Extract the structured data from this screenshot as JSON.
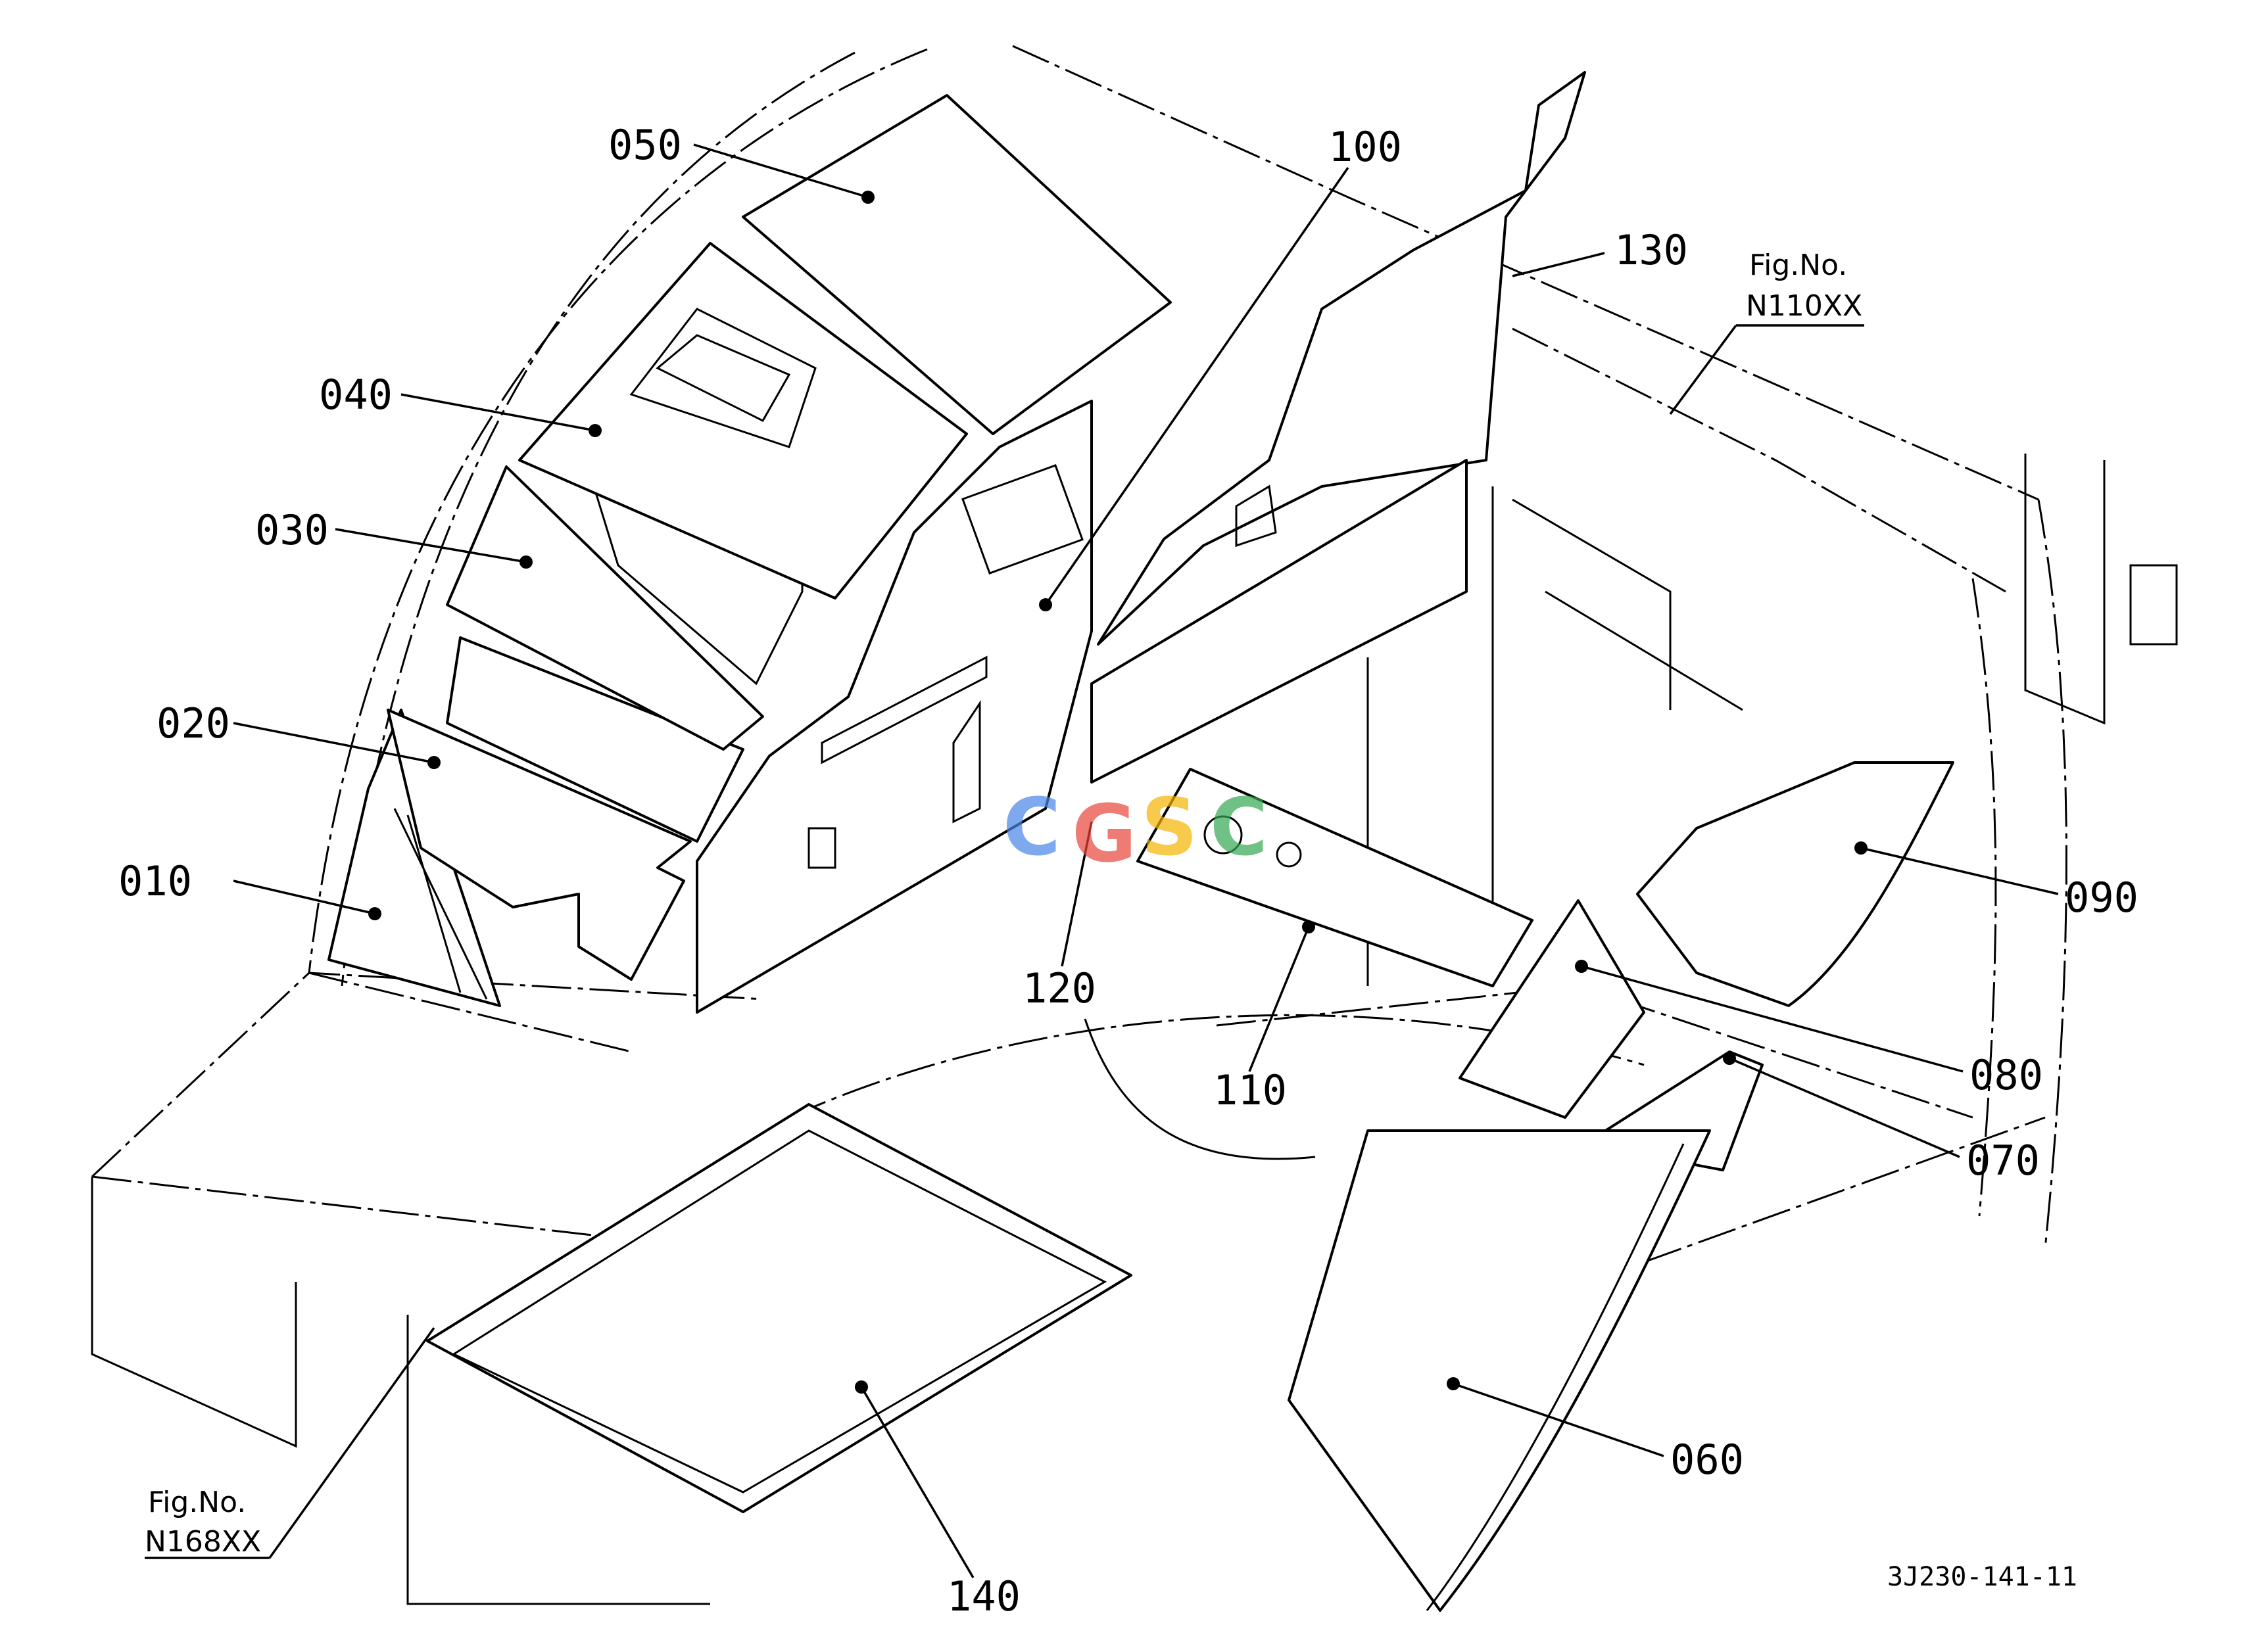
{
  "callouts": [
    {
      "id": "c010",
      "label": "010"
    },
    {
      "id": "c020",
      "label": "020"
    },
    {
      "id": "c030",
      "label": "030"
    },
    {
      "id": "c040",
      "label": "040"
    },
    {
      "id": "c050",
      "label": "050"
    },
    {
      "id": "c060",
      "label": "060"
    },
    {
      "id": "c070",
      "label": "070"
    },
    {
      "id": "c080",
      "label": "080"
    },
    {
      "id": "c090",
      "label": "090"
    },
    {
      "id": "c100",
      "label": "100"
    },
    {
      "id": "c110",
      "label": "110"
    },
    {
      "id": "c120",
      "label": "120"
    },
    {
      "id": "c130",
      "label": "130"
    },
    {
      "id": "c140",
      "label": "140"
    }
  ],
  "references": [
    {
      "title": "Fig.No.",
      "code": "N110XX"
    },
    {
      "title": "Fig.No.",
      "code": "N168XX"
    }
  ],
  "drawing_code": "3J230-141-11",
  "watermark": {
    "letters": [
      "C",
      "G",
      "S",
      "C"
    ],
    "colors": [
      "#4a86e8",
      "#e8453c",
      "#f4b400",
      "#34a853"
    ]
  }
}
